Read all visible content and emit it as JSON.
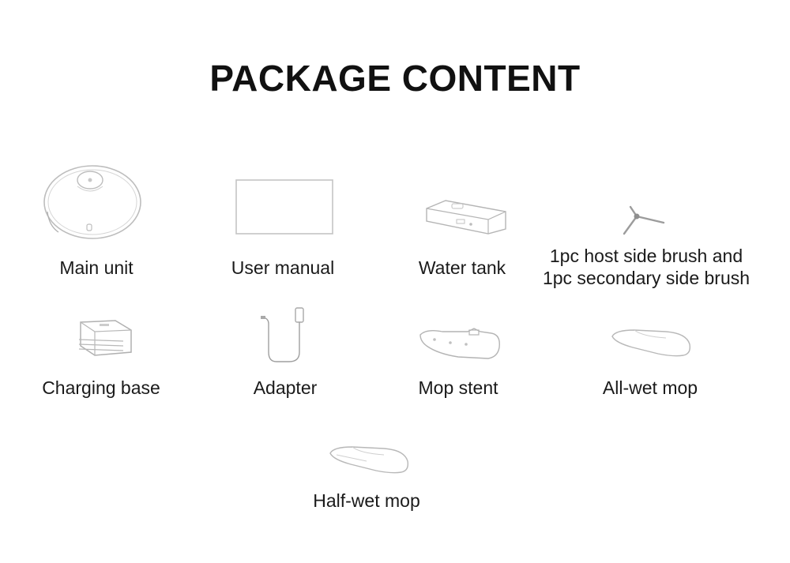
{
  "header": {
    "title": "PACKAGE CONTENT"
  },
  "items": [
    {
      "label": "Main unit",
      "icon": "robot-vacuum-icon"
    },
    {
      "label": "User manual",
      "icon": "manual-icon"
    },
    {
      "label": "Water tank",
      "icon": "water-tank-icon"
    },
    {
      "label_line1": "1pc host side brush and",
      "label_line2": "1pc secondary side brush",
      "icon": "side-brush-icon"
    },
    {
      "label": "Charging base",
      "icon": "charging-base-icon"
    },
    {
      "label": "Adapter",
      "icon": "adapter-icon"
    },
    {
      "label": "Mop stent",
      "icon": "mop-stent-icon"
    },
    {
      "label": "All-wet mop",
      "icon": "all-wet-mop-icon"
    },
    {
      "label": "Half-wet mop",
      "icon": "half-wet-mop-icon"
    }
  ],
  "colors": {
    "line": "#bdbdbd",
    "line_dark": "#a8a8a8",
    "text": "#1a1a1a",
    "title": "#111111"
  }
}
